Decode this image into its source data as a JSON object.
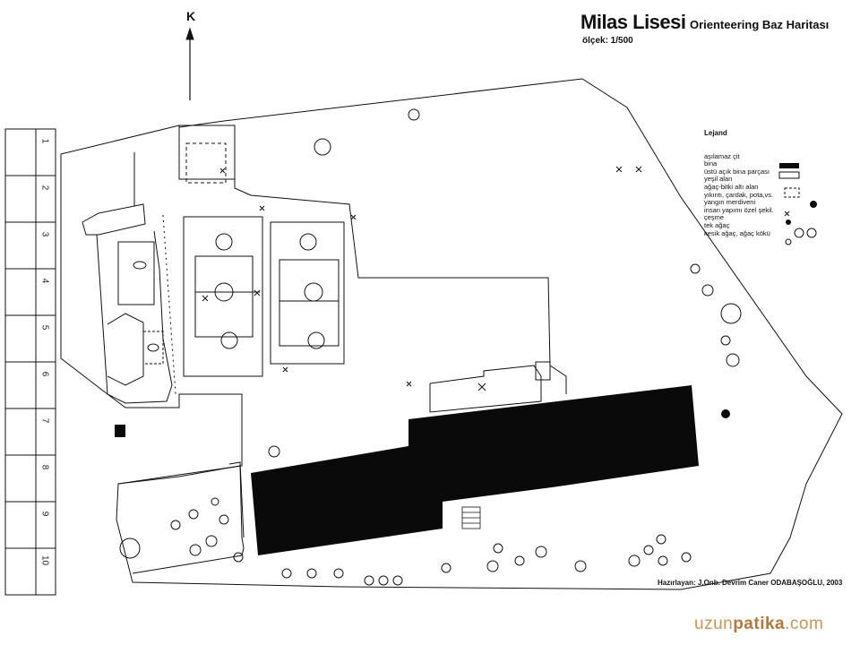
{
  "title": {
    "main": "Milas Lisesi",
    "sub": "Orienteering Baz Haritası",
    "scale": "ölçek: 1/500"
  },
  "north": "K",
  "ruler": [
    "1",
    "2",
    "3",
    "4",
    "5",
    "6",
    "7",
    "8",
    "9",
    "10"
  ],
  "legend": {
    "title": "Lejand",
    "items": [
      {
        "label": "aşılamaz çit"
      },
      {
        "label": "bina"
      },
      {
        "label": "üstü açık bina parçası"
      },
      {
        "label": "yeşil alan"
      },
      {
        "label": "ağaç-bitki altı alan"
      },
      {
        "label": "yıkıntı, çardak, pota,vs."
      },
      {
        "label": "yangın merdiveni"
      },
      {
        "label": "insan yapımı özel şekil."
      },
      {
        "label": "çeşme"
      },
      {
        "label": "tek ağaç"
      },
      {
        "label": "kesik ağaç, ağaç kökü"
      }
    ]
  },
  "credit": "Hazırlayan: J.Onb. Devrim Caner ODABAŞOĞLU, 2003",
  "watermark": {
    "part1": "uzun",
    "part2": "patika",
    "part3": ".com"
  },
  "colors": {
    "ink": "#111111",
    "building": "#0a0a0a",
    "watermark": "#c8955a"
  }
}
